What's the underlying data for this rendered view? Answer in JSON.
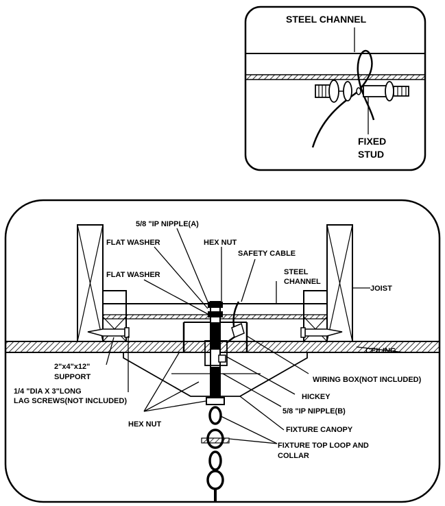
{
  "detail": {
    "steel_channel": "STEEL CHANNEL",
    "fixed": "FIXED",
    "stud": "STUD"
  },
  "main": {
    "nipple_a": "5/8 \"IP NIPPLE(A)",
    "flat_washer_1": "FLAT WASHER",
    "hex_nut_top": "HEX NUT",
    "safety_cable": "SAFETY CABLE",
    "flat_washer_2": "FLAT WASHER",
    "steel": "STEEL",
    "channel": "CHANNEL",
    "joist": "JOIST",
    "support_1": "2\"x4\"x12\"",
    "support_2": "SUPPORT",
    "ceiling": "CEILING",
    "wiring_box": "WIRING BOX(NOT INCLUDED)",
    "lag_1": "1/4   \"DIA X 3\"LONG",
    "lag_2": "LAG SCREWS(NOT INCLUDED)",
    "hickey": "HICKEY",
    "nipple_b": "5/8 \"IP NIPPLE(B)",
    "hex_nut_bottom": "HEX NUT",
    "fixture_canopy": "FIXTURE CANOPY",
    "loop_1": "FIXTURE TOP LOOP AND",
    "loop_2": "COLLAR"
  }
}
